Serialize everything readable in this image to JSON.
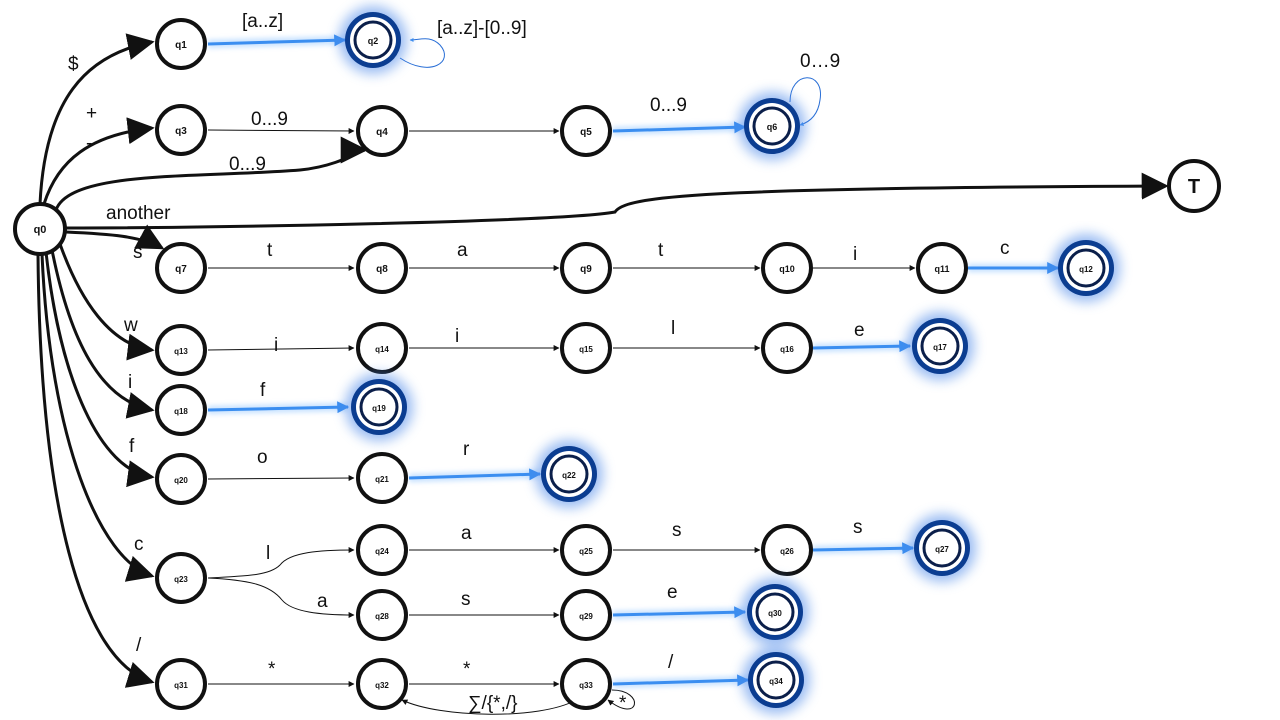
{
  "states": {
    "q0": "q0",
    "q1": "q1",
    "q2": "q2",
    "q3": "q3",
    "q4": "q4",
    "q5": "q5",
    "q6": "q6",
    "q7": "q7",
    "q8": "q8",
    "q9": "q9",
    "q10": "q10",
    "q11": "q11",
    "q12": "q12",
    "q13": "q13",
    "q14": "q14",
    "q15": "q15",
    "q16": "q16",
    "q17": "q17",
    "q18": "q18",
    "q19": "q19",
    "q20": "q20",
    "q21": "q21",
    "q22": "q22",
    "q23": "q23",
    "q24": "q24",
    "q25": "q25",
    "q26": "q26",
    "q27": "q27",
    "q28": "q28",
    "q29": "q29",
    "q30": "q30",
    "q31": "q31",
    "q32": "q32",
    "q33": "q33",
    "q34": "q34",
    "T": "T"
  },
  "labels": {
    "dollar": "$",
    "plus": "+",
    "minus": "-",
    "digits": "0...9",
    "digits_b": "0…9",
    "az": "[a..z]",
    "az_minus_digits": "[a..z]-[0..9]",
    "another": "another",
    "s": "s",
    "t": "t",
    "a": "a",
    "i": "i",
    "c": "c",
    "w": "w",
    "l": "l",
    "e": "e",
    "f": "f",
    "o": "o",
    "r": "r",
    "slash": "/",
    "star": "*",
    "sigma": "∑/{*,/}"
  },
  "colors": {
    "accepting": "#0b3d91",
    "glow": "#3b8ef0"
  }
}
